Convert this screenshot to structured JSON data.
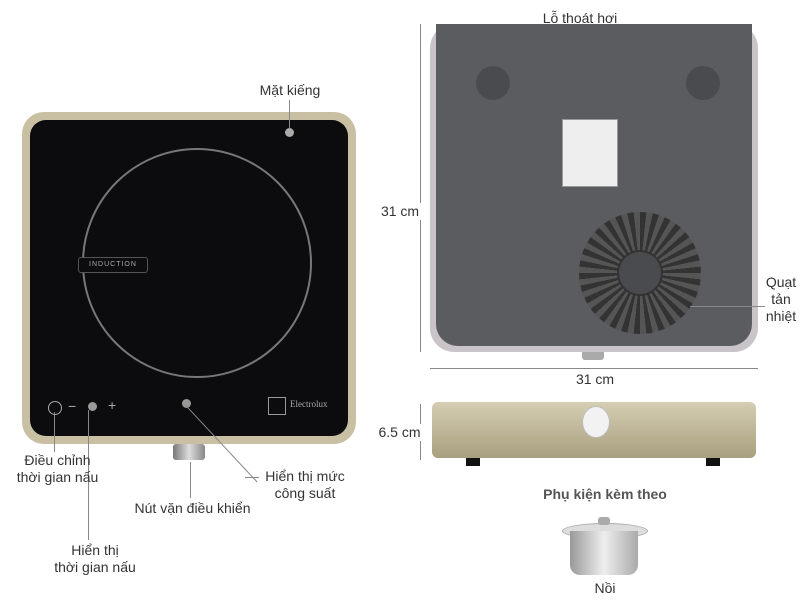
{
  "labels": {
    "glass": "Mặt kiếng",
    "timer_adjust": [
      "Điều chỉnh",
      "thời gian nấu"
    ],
    "timer_display": [
      "Hiển thị",
      "thời gian nấu"
    ],
    "knob": "Nút vặn điều khiển",
    "power_display": [
      "Hiển thị mức",
      "công suất"
    ],
    "vent": "Lỗ thoát hơi",
    "fan": [
      "Quạt",
      "tản",
      "nhiệt"
    ],
    "height_dim": "31 cm",
    "width_dim": "31 cm",
    "depth_dim": "6.5 cm",
    "accessory_title": "Phụ kiện kèm theo",
    "pot": "Nồi"
  },
  "cooktop": {
    "zone_label": "INDUCTION",
    "brand": "Electrolux",
    "control_minus": "−",
    "control_plus": "+"
  },
  "colors": {
    "frame": "#c9c0a4",
    "glass": "#0c0c0e",
    "base": "#5b5c60",
    "side_body": "#bdb391"
  }
}
